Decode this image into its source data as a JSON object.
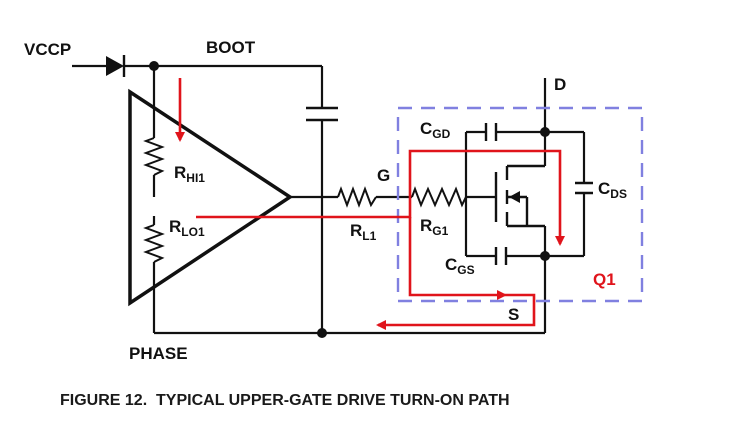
{
  "labels": {
    "vccp": "VCCP",
    "boot": "BOOT",
    "phase": "PHASE",
    "d": "D",
    "g": "G",
    "s": "S",
    "q1": "Q1",
    "r_hi1_main": "R",
    "r_hi1_sub": "HI1",
    "r_lo1_main": "R",
    "r_lo1_sub": "LO1",
    "r_l1_main": "R",
    "r_l1_sub": "L1",
    "r_g1_main": "R",
    "r_g1_sub": "G1",
    "c_gd_main": "C",
    "c_gd_sub": "GD",
    "c_gs_main": "C",
    "c_gs_sub": "GS",
    "c_ds_main": "C",
    "c_ds_sub": "DS"
  },
  "caption": "FIGURE 12.  TYPICAL UPPER-GATE DRIVE TURN-ON PATH",
  "colors": {
    "wire": "#111111",
    "current_path": "#e0141b",
    "mosfet_box": "#8080e0"
  }
}
